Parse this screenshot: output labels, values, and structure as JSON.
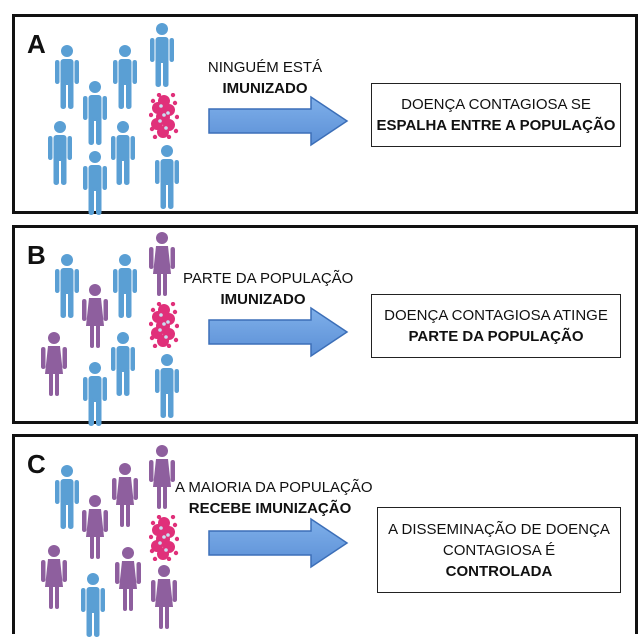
{
  "colors": {
    "immunized_person": "#5a9fd4",
    "not_immunized_note": "blue people are not immunized",
    "immunized": "#8e5f9e",
    "virus": "#e0307a",
    "arrow_fill": "#5b8fd6",
    "arrow_stroke": "#3c6fb8"
  },
  "panels": [
    {
      "letter": "A",
      "caption_line1": "NINGUÉM ESTÁ",
      "caption_line2": "IMUNIZADO",
      "result_line1": "DOENÇA CONTAGIOSA SE",
      "result_line2": "ESPALHA ENTRE A POPULAÇÃO",
      "result_line3": ""
    },
    {
      "letter": "B",
      "caption_line1": "PARTE DA POPULAÇÃO",
      "caption_line2": "IMUNIZADO",
      "result_line1": "DOENÇA CONTAGIOSA ATINGE",
      "result_line2": "PARTE DA POPULAÇÃO",
      "result_line3": ""
    },
    {
      "letter": "C",
      "caption_line1": "A MAIORIA DA POPULAÇÃO",
      "caption_line2": "RECEBE IMUNIZAÇÃO",
      "result_line1": "A DISSEMINAÇÃO DE DOENÇA",
      "result_line2": "CONTAGIOSA É",
      "result_line3": "CONTROLADA"
    }
  ]
}
